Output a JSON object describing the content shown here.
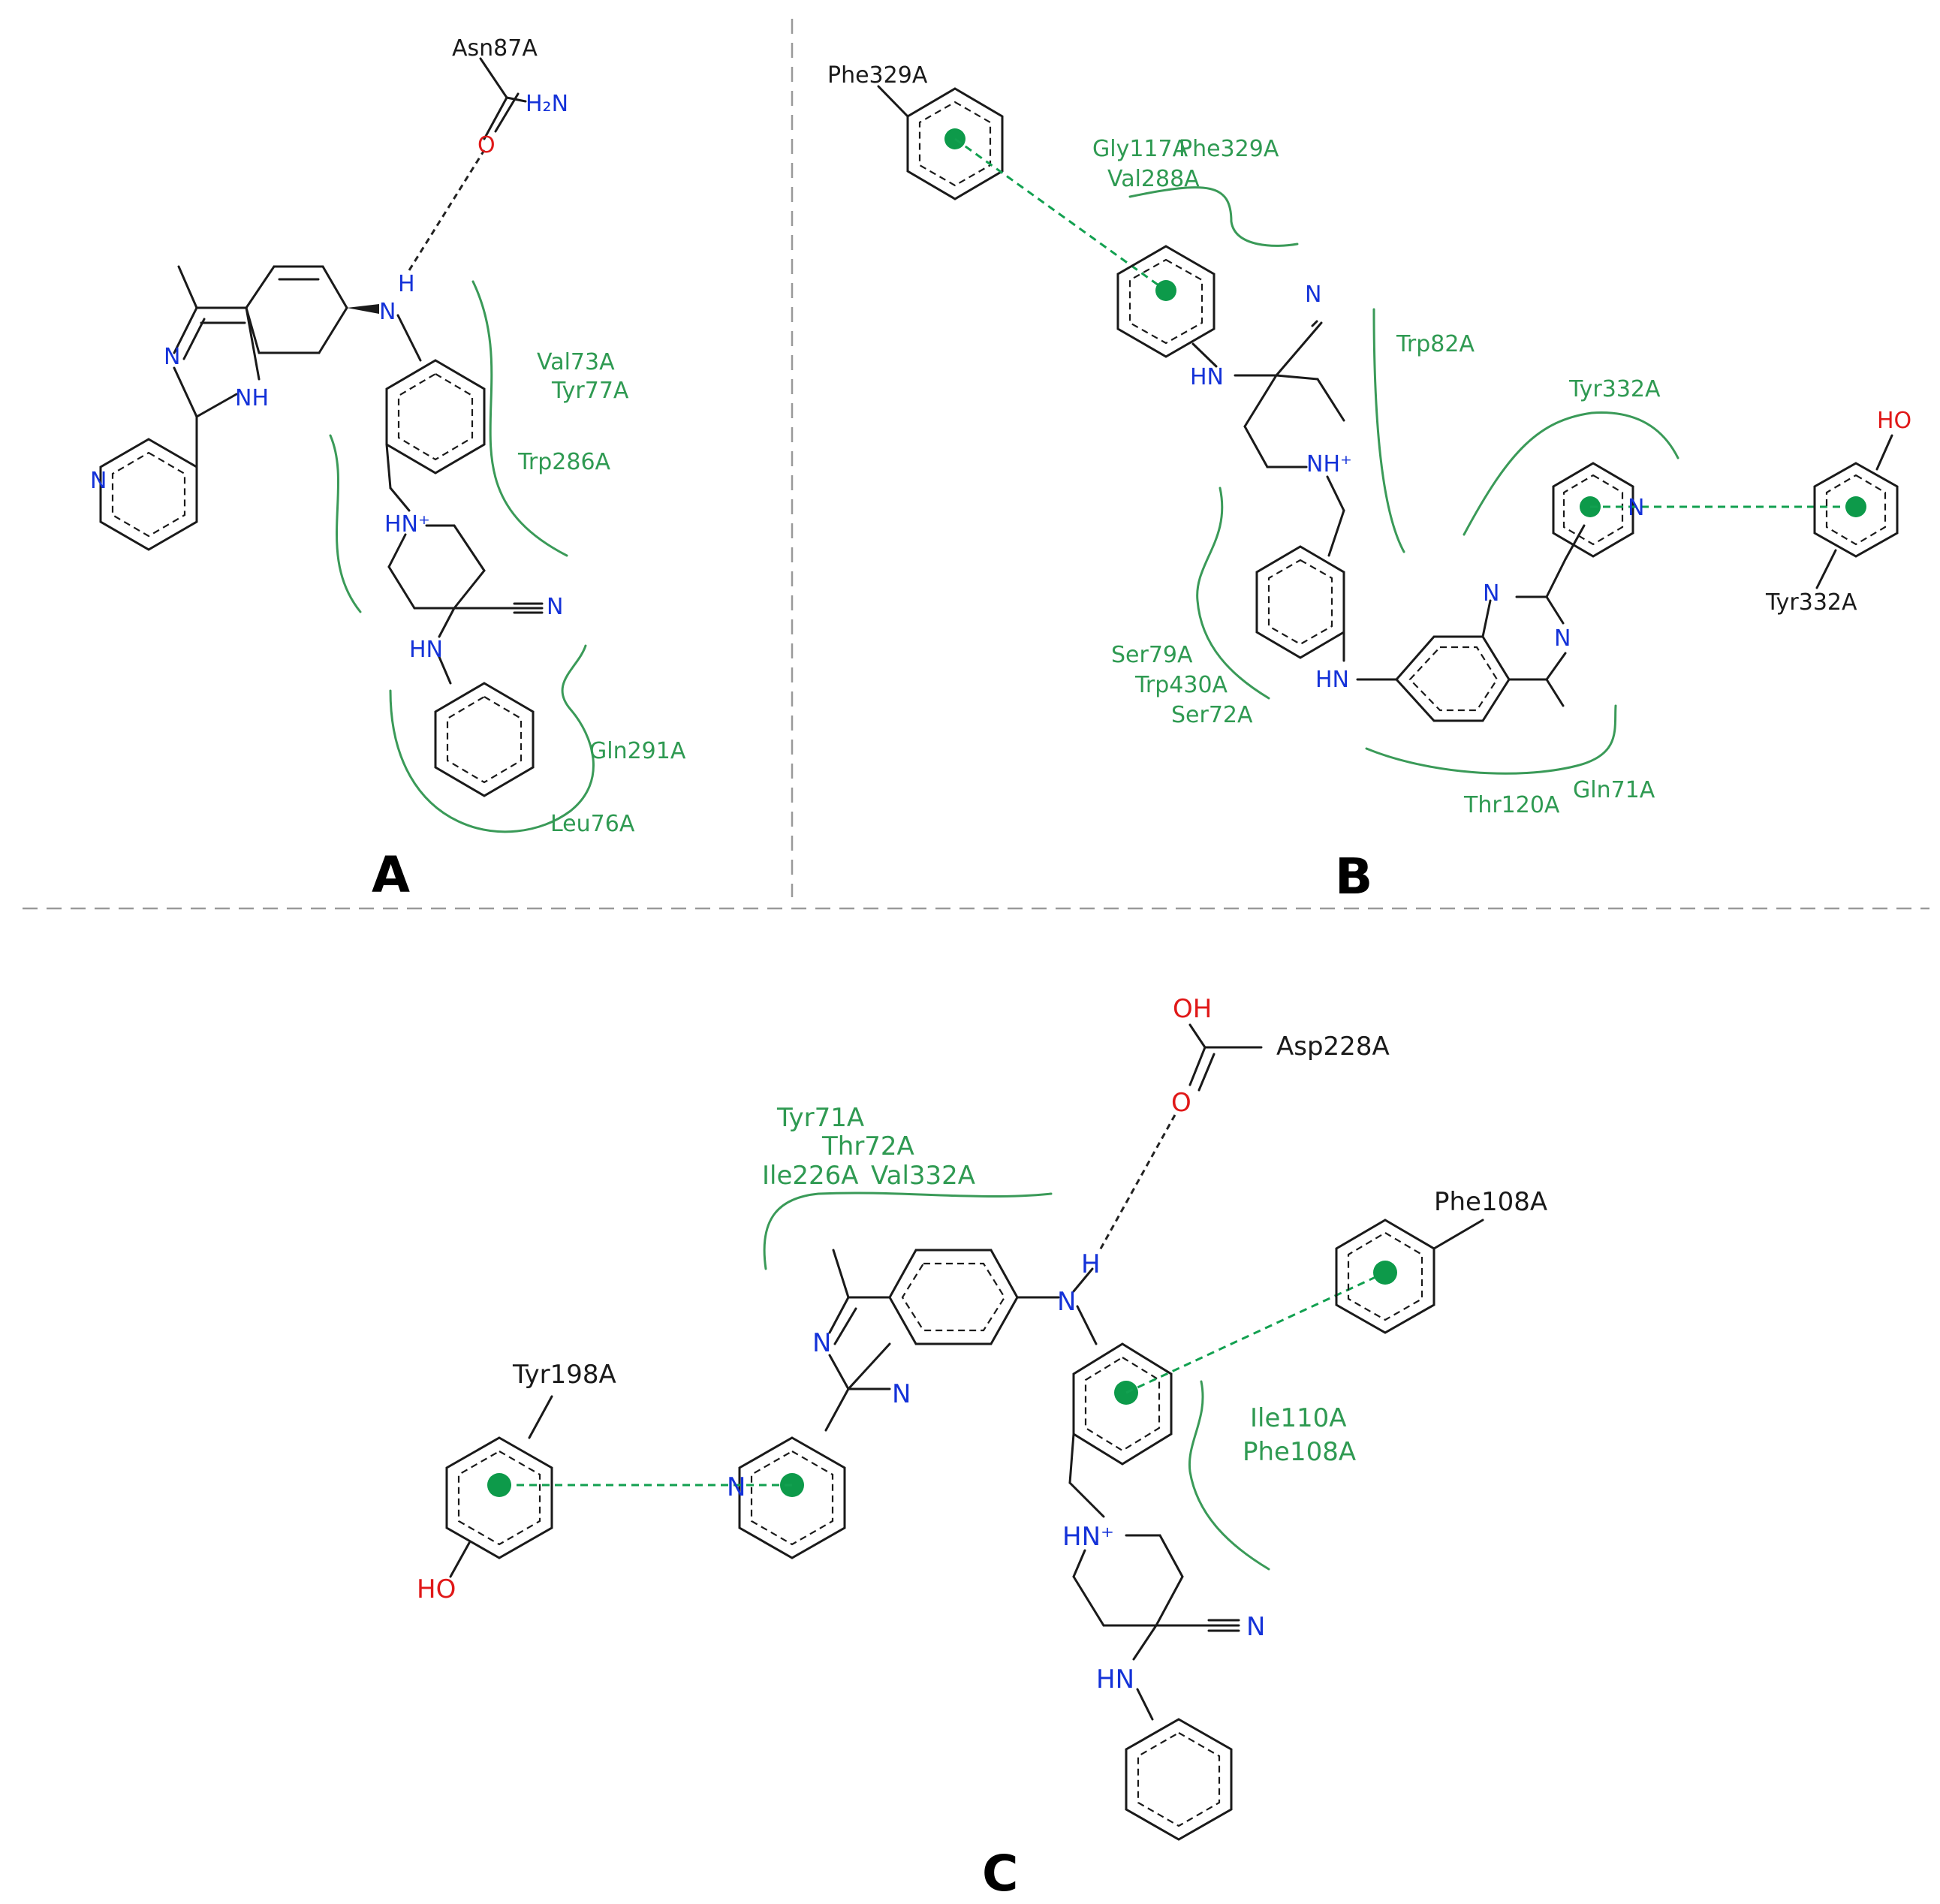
{
  "panels": {
    "A": {
      "label": "A",
      "atoms": {
        "n_pyr": "N",
        "n_quin": "N",
        "nh": "NH",
        "h": "H",
        "n_amine": "N",
        "o": "O",
        "h2n": "H₂N",
        "hn_plus": "HN⁺",
        "n_nitrile": "N",
        "hn": "HN"
      },
      "residues": [
        "Asn87A",
        "Val73A",
        "Tyr77A",
        "Trp286A",
        "Gln291A",
        "Leu76A"
      ]
    },
    "B": {
      "label": "B",
      "atoms": {
        "n_nitrile": "N",
        "hn_top": "HN",
        "nh_plus": "NH⁺",
        "hn_bottom": "HN",
        "n1": "N",
        "n2": "N",
        "n_pyr": "N",
        "ho": "HO"
      },
      "residues": [
        "Phe329A",
        "Gly117A",
        "Phe329A",
        "Val288A",
        "Trp82A",
        "Tyr332A",
        "Tyr332A",
        "Ser79A",
        "Trp430A",
        "Ser72A",
        "Thr120A",
        "Gln71A"
      ]
    },
    "C": {
      "label": "C",
      "atoms": {
        "oh": "OH",
        "o": "O",
        "h": "H",
        "n_amine": "N",
        "n1": "N",
        "n2": "N",
        "n_pyr": "N",
        "ho": "HO",
        "hn_plus": "HN⁺",
        "n_nitrile": "N",
        "hn": "HN"
      },
      "residues": [
        "Asp228A",
        "Tyr71A",
        "Thr72A",
        "Ile226A",
        "Val332A",
        "Phe108A",
        "Ile110A",
        "Phe108A",
        "Tyr198A"
      ]
    }
  },
  "colors": {
    "hydrophobic": "#3a9a58",
    "pi_stacking": "#0d9a4a",
    "nitrogen": "#1432d8",
    "oxygen": "#e01818",
    "bond": "#1a1a1a"
  }
}
